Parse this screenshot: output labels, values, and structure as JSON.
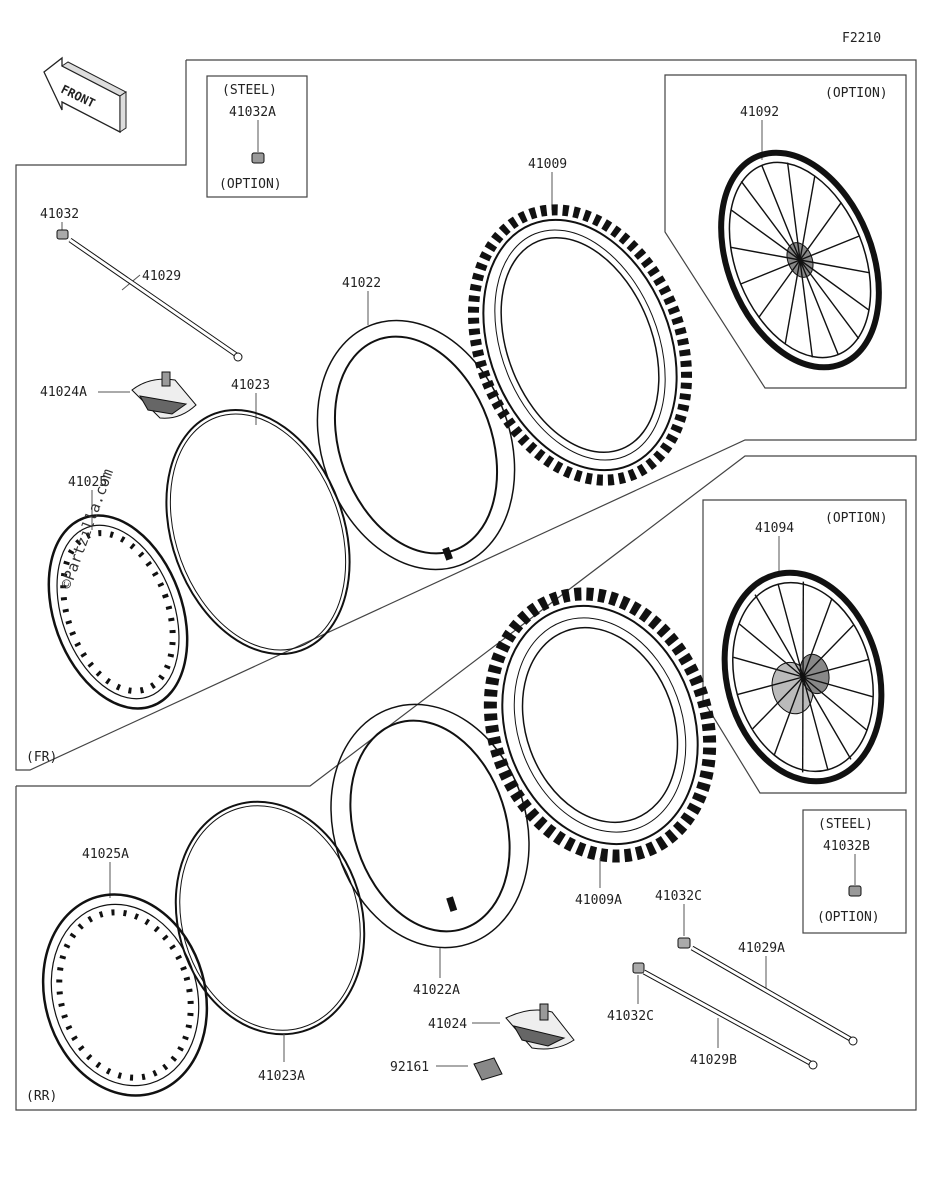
{
  "figure_code": "F2210",
  "front_arrow": "FRONT",
  "watermark": "©Partzilla.com",
  "sections": {
    "front": "(FR)",
    "rear": "(RR)"
  },
  "option_boxes": {
    "steel_41032A": {
      "top": "(STEEL)",
      "part": "41032A",
      "bottom": "(OPTION)"
    },
    "wheel_41092": {
      "tag": "(OPTION)",
      "part": "41092"
    },
    "wheel_41094": {
      "tag": "(OPTION)",
      "part": "41094"
    },
    "steel_41032B": {
      "top": "(STEEL)",
      "part": "41032B",
      "bottom": "(OPTION)"
    }
  },
  "parts": {
    "p41032": "41032",
    "p41029": "41029",
    "p41024A": "41024A",
    "p41023": "41023",
    "p41025": "41025",
    "p41022": "41022",
    "p41009": "41009",
    "p41025A": "41025A",
    "p41023A": "41023A",
    "p41022A": "41022A",
    "p41009A": "41009A",
    "p41032C_top": "41032C",
    "p41032C_bottom": "41032C",
    "p41029A": "41029A",
    "p41029B": "41029B",
    "p41024": "41024",
    "p92161": "92161"
  }
}
